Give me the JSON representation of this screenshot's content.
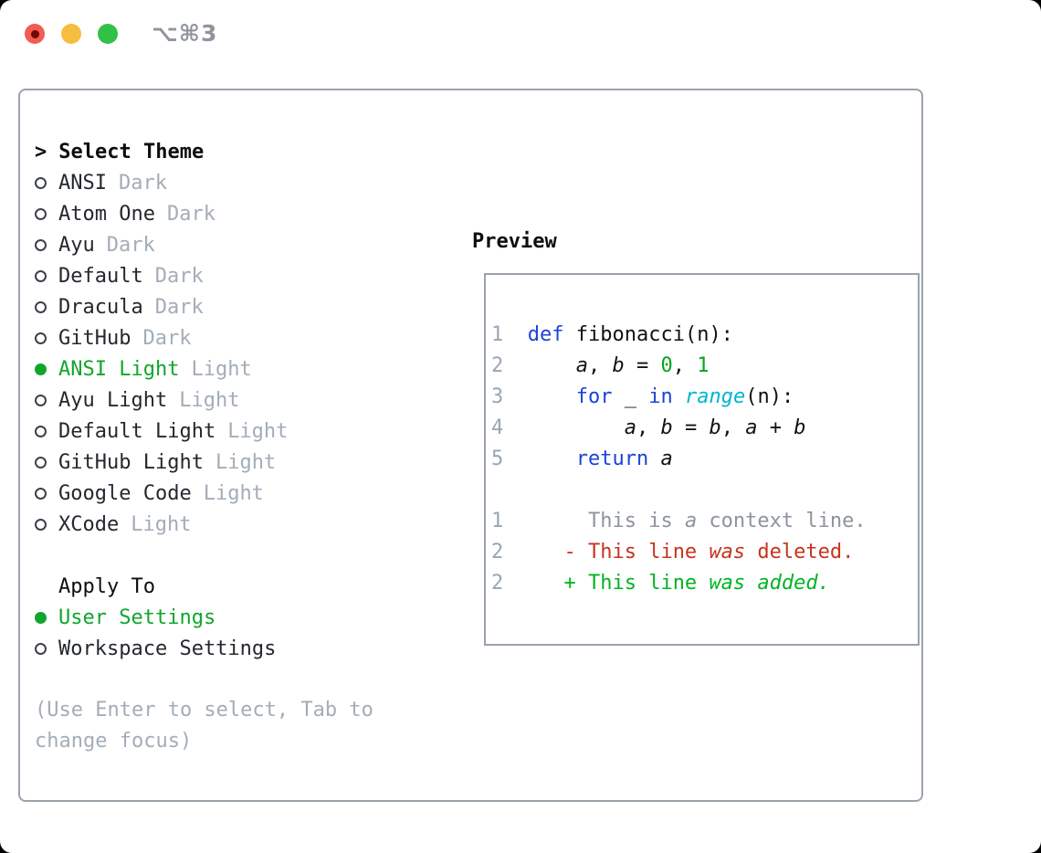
{
  "window": {
    "title": "⌥⌘3"
  },
  "theme_panel": {
    "header_prompt": ">",
    "header": "Select Theme",
    "items": [
      {
        "name": "ANSI",
        "variant": "Dark",
        "selected": false
      },
      {
        "name": "Atom One",
        "variant": "Dark",
        "selected": false
      },
      {
        "name": "Ayu",
        "variant": "Dark",
        "selected": false
      },
      {
        "name": "Default",
        "variant": "Dark",
        "selected": false
      },
      {
        "name": "Dracula",
        "variant": "Dark",
        "selected": false
      },
      {
        "name": "GitHub",
        "variant": "Dark",
        "selected": false
      },
      {
        "name": "ANSI Light",
        "variant": "Light",
        "selected": true
      },
      {
        "name": "Ayu Light",
        "variant": "Light",
        "selected": false
      },
      {
        "name": "Default Light",
        "variant": "Light",
        "selected": false
      },
      {
        "name": "GitHub Light",
        "variant": "Light",
        "selected": false
      },
      {
        "name": "Google Code",
        "variant": "Light",
        "selected": false
      },
      {
        "name": "XCode",
        "variant": "Light",
        "selected": false
      }
    ],
    "apply_to": {
      "header": "Apply To",
      "options": [
        {
          "label": "User Settings",
          "selected": true
        },
        {
          "label": "Workspace Settings",
          "selected": false
        }
      ]
    },
    "hint_lines": [
      "(Use Enter to select, Tab to",
      "change focus)"
    ]
  },
  "preview": {
    "header": "Preview",
    "lines": [
      [
        {
          "t": "1",
          "c": "num"
        },
        {
          "t": "  "
        },
        {
          "t": "def",
          "c": "kw"
        },
        {
          "t": " fibonacci(n):"
        }
      ],
      [
        {
          "t": "2",
          "c": "num"
        },
        {
          "t": "      "
        },
        {
          "t": "a",
          "i": true
        },
        {
          "t": ", "
        },
        {
          "t": "b",
          "i": true
        },
        {
          "t": " = "
        },
        {
          "t": "0",
          "c": "lit"
        },
        {
          "t": ", "
        },
        {
          "t": "1",
          "c": "lit"
        }
      ],
      [
        {
          "t": "3",
          "c": "num"
        },
        {
          "t": "      "
        },
        {
          "t": "for",
          "c": "kw"
        },
        {
          "t": " _ "
        },
        {
          "t": "in",
          "c": "kw"
        },
        {
          "t": " "
        },
        {
          "t": "range",
          "c": "fn",
          "i": true
        },
        {
          "t": "(n):"
        }
      ],
      [
        {
          "t": "4",
          "c": "num"
        },
        {
          "t": "          "
        },
        {
          "t": "a",
          "i": true
        },
        {
          "t": ", "
        },
        {
          "t": "b",
          "i": true
        },
        {
          "t": " = "
        },
        {
          "t": "b",
          "i": true
        },
        {
          "t": ", "
        },
        {
          "t": "a",
          "i": true
        },
        {
          "t": " + "
        },
        {
          "t": "b",
          "i": true
        }
      ],
      [
        {
          "t": "5",
          "c": "num"
        },
        {
          "t": "      "
        },
        {
          "t": "return",
          "c": "kw"
        },
        {
          "t": " "
        },
        {
          "t": "a",
          "i": true
        }
      ],
      [],
      [
        {
          "t": "1",
          "c": "num"
        },
        {
          "t": "       "
        },
        {
          "t": "This is ",
          "c": "ctx"
        },
        {
          "t": "a",
          "c": "ctx",
          "i": true
        },
        {
          "t": " context line.",
          "c": "ctx"
        }
      ],
      [
        {
          "t": "2",
          "c": "num"
        },
        {
          "t": "     "
        },
        {
          "t": "- This line ",
          "c": "del"
        },
        {
          "t": "was",
          "c": "del",
          "i": true
        },
        {
          "t": " deleted.",
          "c": "del"
        }
      ],
      [
        {
          "t": "2",
          "c": "num"
        },
        {
          "t": "     "
        },
        {
          "t": "+ This line ",
          "c": "add"
        },
        {
          "t": "was added.",
          "c": "add",
          "i": true
        }
      ]
    ]
  },
  "colors": {
    "accent_green": "#0fa62b",
    "keyword_blue": "#1c43db",
    "builtin_cyan": "#00b5d1",
    "literal_green": "#00a51d",
    "diff_added_green": "#00b423",
    "diff_deleted_red": "#c7331f",
    "context_gray": "#8d949c",
    "line_number_gray": "#9aa5b1",
    "muted_gray": "#a3adb8",
    "border_gray": "#9aa2ac",
    "text_dark": "#24282e",
    "title_gray": "#8f959c",
    "traffic_red": "#f25c52",
    "traffic_red_dot": "#6e0a03",
    "traffic_yellow": "#f7bd40",
    "traffic_green": "#31c146"
  }
}
